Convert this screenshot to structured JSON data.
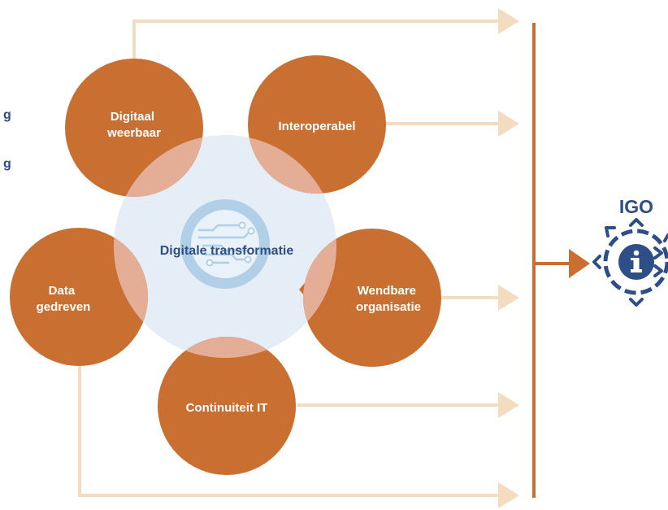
{
  "diagram": {
    "center": {
      "label": "Digitale transformatie",
      "icon": "circuit-icon"
    },
    "petals": [
      {
        "id": "digitaal-weerbaar",
        "lines": [
          "Digitaal",
          "weerbaar"
        ]
      },
      {
        "id": "interoperabel",
        "lines": [
          "Interoperabel"
        ]
      },
      {
        "id": "wendbare-organisatie",
        "lines": [
          "Wendbare",
          "organisatie"
        ]
      },
      {
        "id": "continuiteit-it",
        "lines": [
          "Continuiteit IT"
        ]
      },
      {
        "id": "data-gedreven",
        "lines": [
          "Data",
          "gedreven"
        ]
      }
    ],
    "target": {
      "label": "IGO",
      "icon": "info-gear-icon"
    },
    "edge_fragments": [
      "g",
      "g"
    ],
    "colors": {
      "petal": "#c96f31",
      "petal_overlap": "#e3ad96",
      "center_disk": "#e5edf7",
      "center_icon_ring": "#b2cfe8",
      "connector": "#f3dcc0",
      "main_bar": "#c96f31",
      "text_blue": "#2d4e86"
    }
  }
}
